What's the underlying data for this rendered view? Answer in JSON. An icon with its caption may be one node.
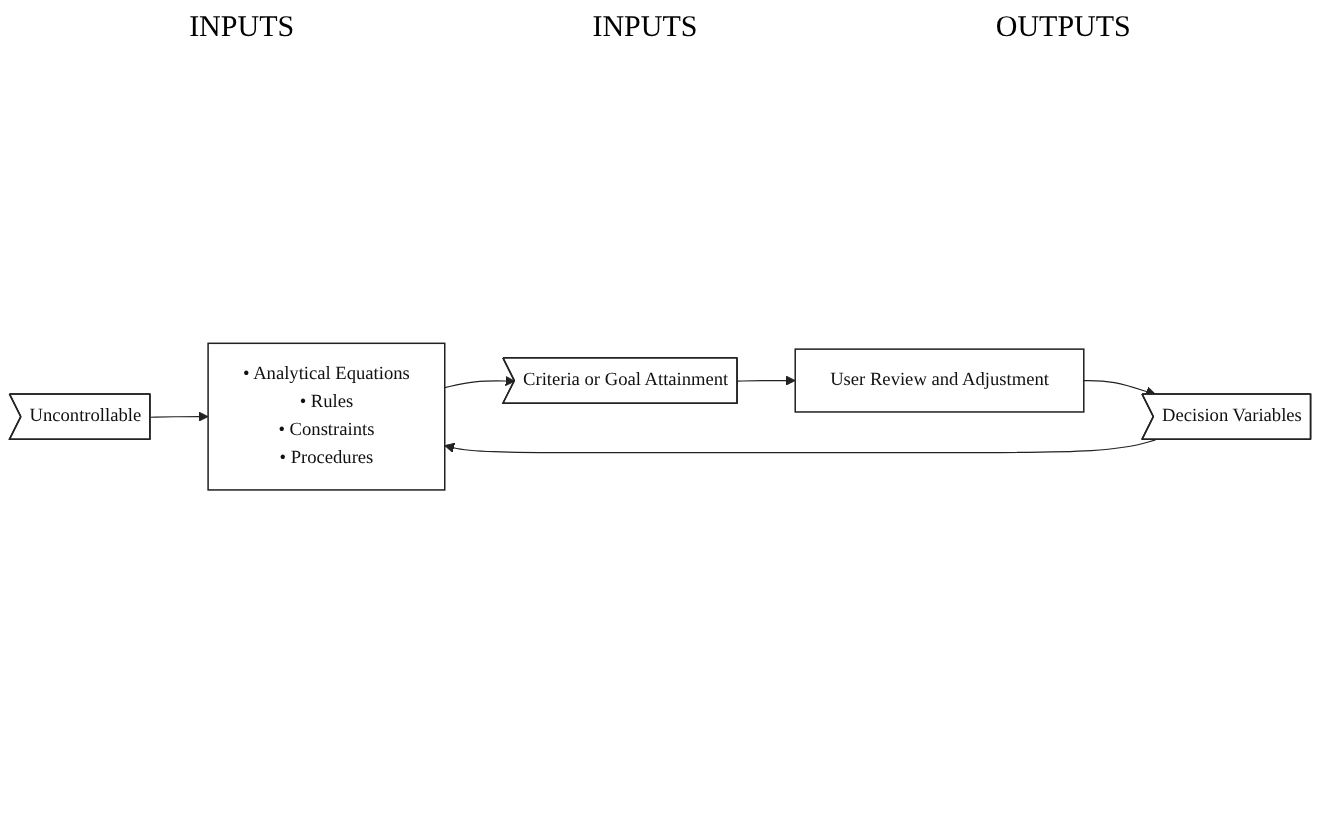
{
  "diagram": {
    "nodes": [
      {
        "text": [
          "Uncontrollable"
        ]
      },
      {
        "text": [
          "Decision Variables"
        ]
      },
      {
        "text": [
          "• Analytical Equations",
          "• Rules",
          "• Constraints",
          "• Procedures"
        ]
      },
      {
        "text": [
          "Criteria or Goal Attainment"
        ]
      },
      {
        "text": [
          "User Review and Adjustment"
        ]
      }
    ],
    "edges": [
      {
        "from": 0,
        "to": 2,
        "arrow": "to"
      },
      {
        "from": 1,
        "to": 2,
        "arrow": "to"
      },
      {
        "from": 2,
        "to": 3,
        "arrow": "to"
      },
      {
        "from": 3,
        "to": 4,
        "arrow": "to"
      },
      {
        "from": 4,
        "to": 1,
        "arrow": "to"
      }
    ],
    "labels": [
      "INPUTS",
      "INPUTS",
      "OUTPUTS"
    ]
  }
}
